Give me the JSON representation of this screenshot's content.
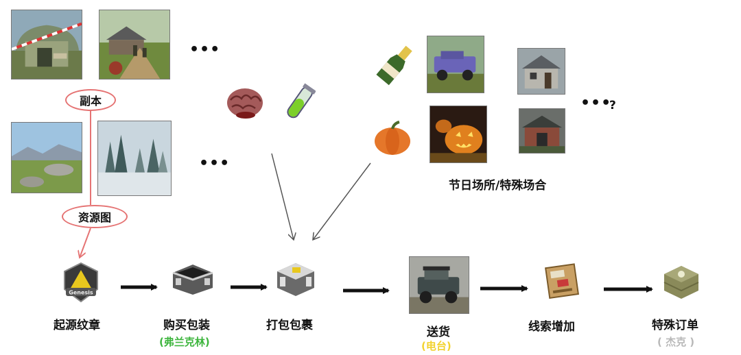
{
  "top_left": {
    "dungeon_label": "副本",
    "resource_map_label": "资源图",
    "ellipsis_top": "•••",
    "ellipsis_bottom": "•••"
  },
  "top_right": {
    "ellipsis": "•••",
    "question": "?",
    "caption": "节日场所/特殊场合"
  },
  "flow": [
    {
      "label": "起源纹章",
      "sub": ""
    },
    {
      "label": "购买包装",
      "sub": "(弗兰克林)"
    },
    {
      "label": "打包包裹",
      "sub": ""
    },
    {
      "label": "送货",
      "sub": "(电台)"
    },
    {
      "label": "线索增加",
      "sub": ""
    },
    {
      "label": "特殊订单",
      "sub": "( 杰克 )"
    }
  ],
  "badge_text": "Genesis",
  "colors": {
    "bubble_border": "#e57373",
    "sub_green": "#3db53d",
    "sub_yellow": "#f2d22e",
    "sub_gray": "#b8b8b8",
    "arrow": "#111111"
  },
  "icons": [
    "brain-icon",
    "test-tube-icon",
    "champagne-icon",
    "pumpkin-icon",
    "genesis-badge-icon",
    "package-box-icon",
    "sealed-parcel-icon",
    "delivery-truck-icon",
    "clue-folder-icon",
    "army-crate-icon"
  ]
}
